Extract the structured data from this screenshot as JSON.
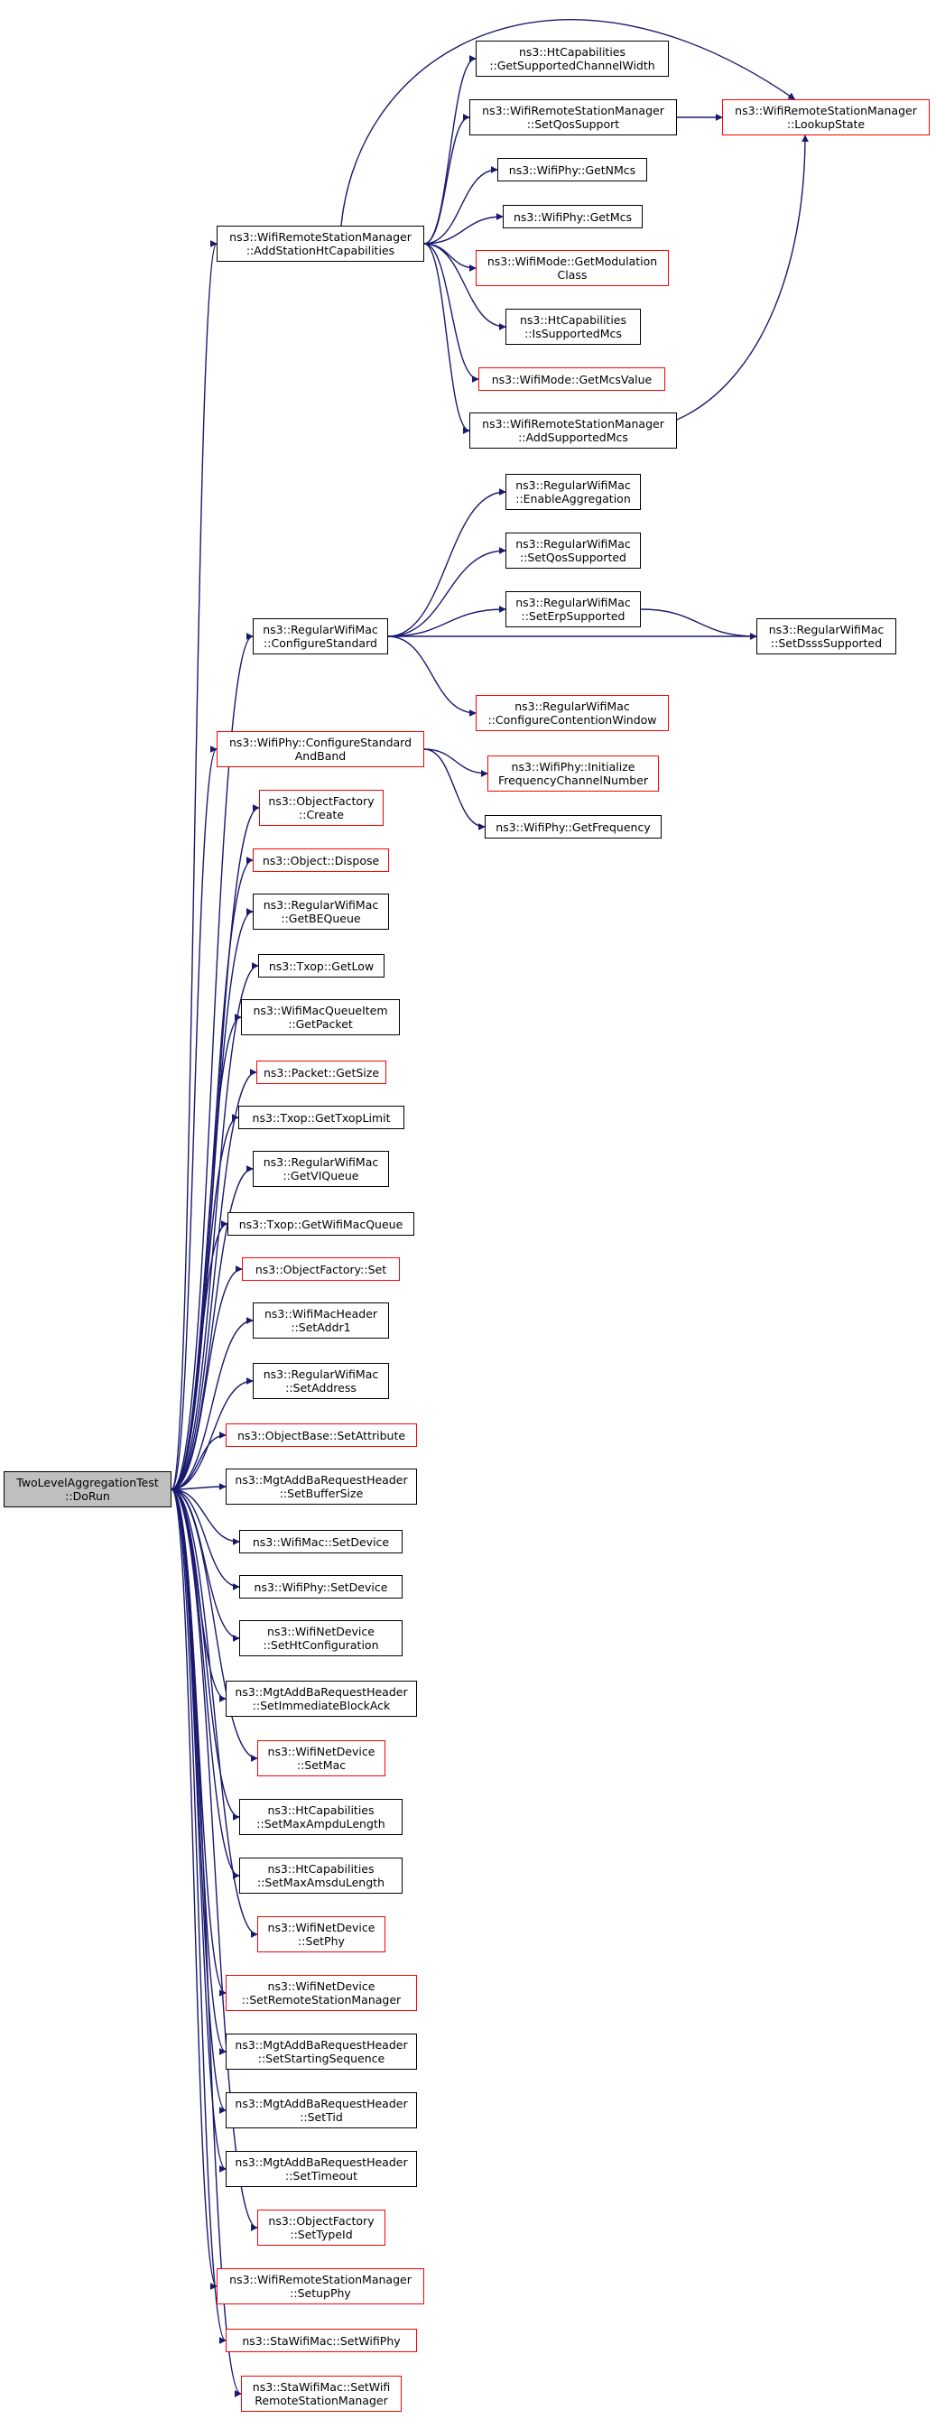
{
  "colors": {
    "edge": "#191970",
    "border_default": "#000000",
    "border_incomplete": "#ff0000",
    "root_fill": "#bfbfbf"
  },
  "nodes": {
    "root": "TwoLevelAggregationTest\n::DoRun",
    "addStationHt": "ns3::WifiRemoteStationManager\n::AddStationHtCapabilities",
    "htGetSupportedChannelWidth": "ns3::HtCapabilities\n::GetSupportedChannelWidth",
    "setQosSupport": "ns3::WifiRemoteStationManager\n::SetQosSupport",
    "lookupState": "ns3::WifiRemoteStationManager\n::LookupState",
    "getNMcs": "ns3::WifiPhy::GetNMcs",
    "getMcs": "ns3::WifiPhy::GetMcs",
    "getModulationClass": "ns3::WifiMode::GetModulation\nClass",
    "isSupportedMcs": "ns3::HtCapabilities\n::IsSupportedMcs",
    "getMcsValue": "ns3::WifiMode::GetMcsValue",
    "addSupportedMcs": "ns3::WifiRemoteStationManager\n::AddSupportedMcs",
    "enableAggregation": "ns3::RegularWifiMac\n::EnableAggregation",
    "setQosSupported": "ns3::RegularWifiMac\n::SetQosSupported",
    "configureStandard": "ns3::RegularWifiMac\n::ConfigureStandard",
    "setErpSupported": "ns3::RegularWifiMac\n::SetErpSupported",
    "setDsssSupported": "ns3::RegularWifiMac\n::SetDsssSupported",
    "configureContentionWindow": "ns3::RegularWifiMac\n::ConfigureContentionWindow",
    "phyConfigureStandardAndBand": "ns3::WifiPhy::ConfigureStandard\nAndBand",
    "initializeFrequencyChannelNumber": "ns3::WifiPhy::Initialize\nFrequencyChannelNumber",
    "getFrequency": "ns3::WifiPhy::GetFrequency",
    "objectFactoryCreate": "ns3::ObjectFactory\n::Create",
    "objectDispose": "ns3::Object::Dispose",
    "getBEQueue": "ns3::RegularWifiMac\n::GetBEQueue",
    "txopGetLow": "ns3::Txop::GetLow",
    "queueItemGetPacket": "ns3::WifiMacQueueItem\n::GetPacket",
    "packetGetSize": "ns3::Packet::GetSize",
    "getTxopLimit": "ns3::Txop::GetTxopLimit",
    "getVIQueue": "ns3::RegularWifiMac\n::GetVIQueue",
    "getWifiMacQueue": "ns3::Txop::GetWifiMacQueue",
    "objectFactorySet": "ns3::ObjectFactory::Set",
    "setAddr1": "ns3::WifiMacHeader\n::SetAddr1",
    "setAddress": "ns3::RegularWifiMac\n::SetAddress",
    "setAttribute": "ns3::ObjectBase::SetAttribute",
    "setBufferSize": "ns3::MgtAddBaRequestHeader\n::SetBufferSize",
    "wifiMacSetDevice": "ns3::WifiMac::SetDevice",
    "wifiPhySetDevice": "ns3::WifiPhy::SetDevice",
    "setHtConfiguration": "ns3::WifiNetDevice\n::SetHtConfiguration",
    "setImmediateBlockAck": "ns3::MgtAddBaRequestHeader\n::SetImmediateBlockAck",
    "netDeviceSetMac": "ns3::WifiNetDevice\n::SetMac",
    "setMaxAmpduLength": "ns3::HtCapabilities\n::SetMaxAmpduLength",
    "setMaxAmsduLength": "ns3::HtCapabilities\n::SetMaxAmsduLength",
    "netDeviceSetPhy": "ns3::WifiNetDevice\n::SetPhy",
    "setRemoteStationManager": "ns3::WifiNetDevice\n::SetRemoteStationManager",
    "setStartingSequence": "ns3::MgtAddBaRequestHeader\n::SetStartingSequence",
    "setTid": "ns3::MgtAddBaRequestHeader\n::SetTid",
    "setTimeout": "ns3::MgtAddBaRequestHeader\n::SetTimeout",
    "setTypeId": "ns3::ObjectFactory\n::SetTypeId",
    "setupPhy": "ns3::WifiRemoteStationManager\n::SetupPhy",
    "staSetWifiPhy": "ns3::StaWifiMac::SetWifiPhy",
    "staSetWifiRemoteStationManager": "ns3::StaWifiMac::SetWifi\nRemoteStationManager"
  }
}
